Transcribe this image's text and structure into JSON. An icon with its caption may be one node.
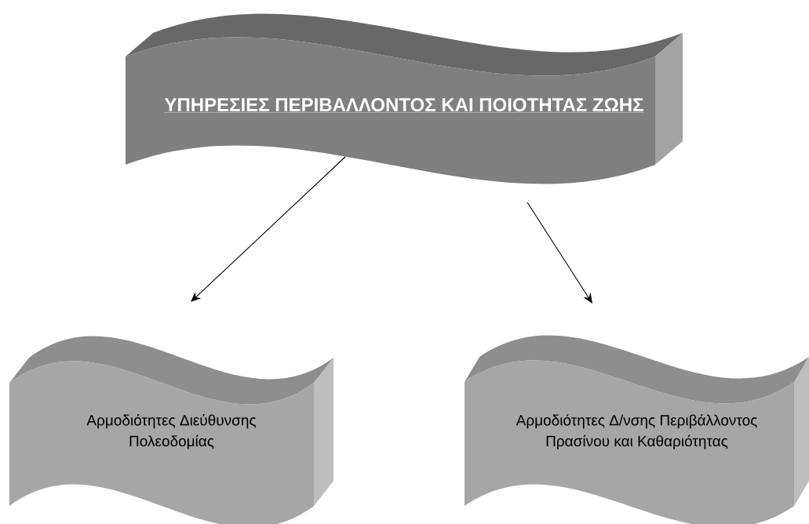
{
  "diagram": {
    "nodes": [
      {
        "text": [
          "ΥΠΗΡΕΣΙΕΣ ΠΕΡΙΒΑΛΛΟΝΤΟΣ ΚΑΙ ΠΟΙΟΤΗΤΑΣ ΖΩΗΣ"
        ]
      },
      {
        "text": [
          "Αρμοδιότητες Διεύθυνσης Πολεοδομίας"
        ]
      },
      {
        "text": [
          "Αρμοδιότητες Δ/νσης Περιβάλλοντος Πρασίνου και Καθαριότητας"
        ]
      }
    ],
    "edges": [
      {
        "from": 0,
        "to": 1,
        "arrow": "to"
      },
      {
        "from": 0,
        "to": 2,
        "arrow": "to"
      }
    ]
  }
}
